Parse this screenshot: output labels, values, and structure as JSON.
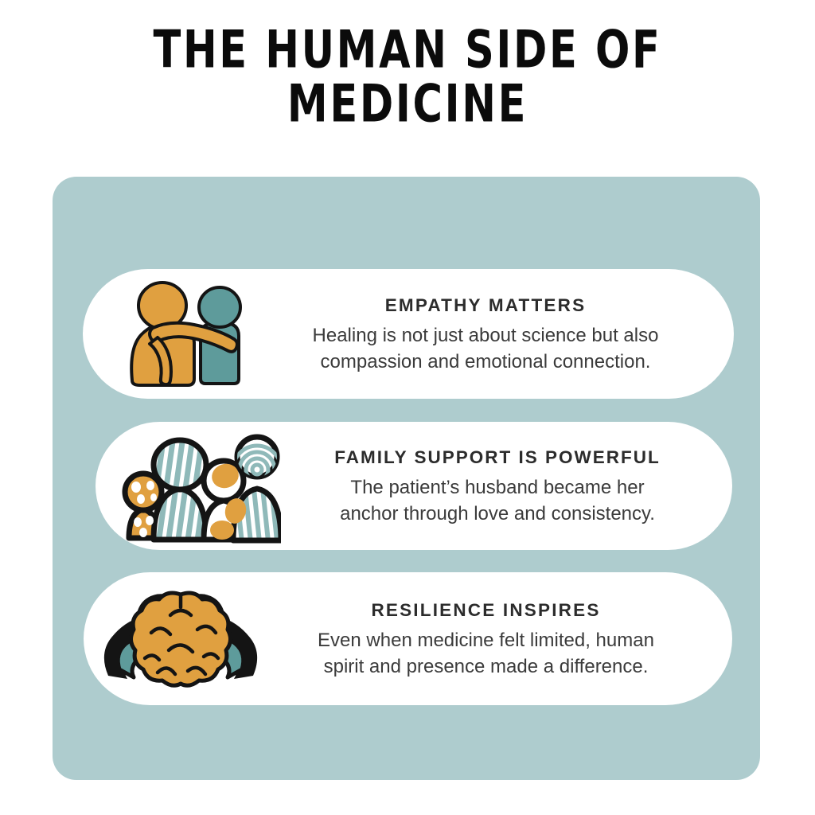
{
  "title": {
    "line1": "THE HUMAN SiDE OF",
    "line2": "MEDiCiNE"
  },
  "theme": {
    "panel_background": "#AECCCE",
    "card_background": "#FFFFFF",
    "page_background": "#FFFFFF",
    "orange": "#E0A040",
    "teal": "#5E9B9B",
    "teal_light": "#8FB9B9",
    "outline": "#111111",
    "heading_color": "#2C2C2C",
    "body_color": "#3B3B3B",
    "title_color": "#0B0B0B"
  },
  "cards": [
    {
      "icon": "two-people-hugging-icon",
      "heading": "EMPATHY MATTERS",
      "body_line1": "Healing is not just about science but also",
      "body_line2": "compassion and emotional connection."
    },
    {
      "icon": "family-group-icon",
      "heading": "FAMILY SUPPORT IS POWERFUL",
      "body_line1": "The patient’s husband became her",
      "body_line2": "anchor through love and consistency."
    },
    {
      "icon": "brain-flexing-muscles-icon",
      "heading": "RESILIENCE INSPIRES",
      "body_line1": "Even when medicine felt limited, human",
      "body_line2": "spirit and presence made a difference."
    }
  ]
}
